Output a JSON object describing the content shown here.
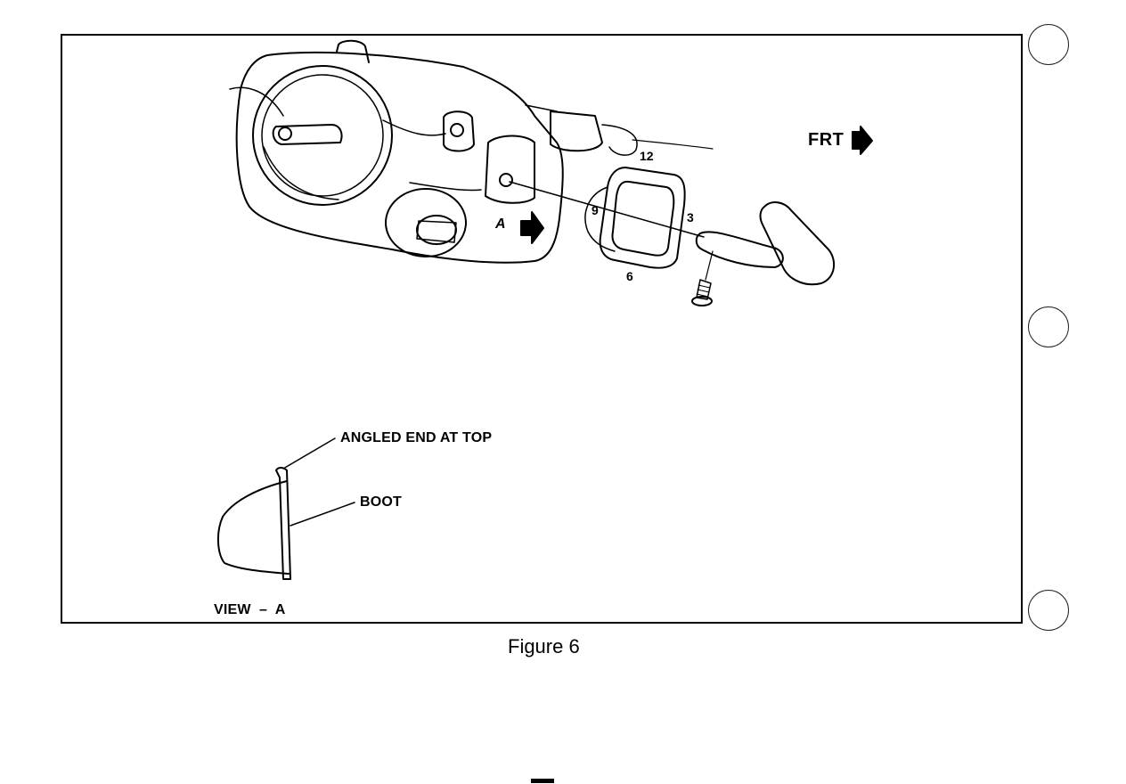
{
  "caption": "Figure 6",
  "direction_label": "FRT",
  "view_label": "A",
  "clock_positions": {
    "top": "12",
    "right": "3",
    "bottom": "6",
    "left": "9"
  },
  "view_a": {
    "title": "VIEW  –  A",
    "callouts": {
      "angled_end": "ANGLED END AT TOP",
      "boot": "BOOT"
    }
  }
}
